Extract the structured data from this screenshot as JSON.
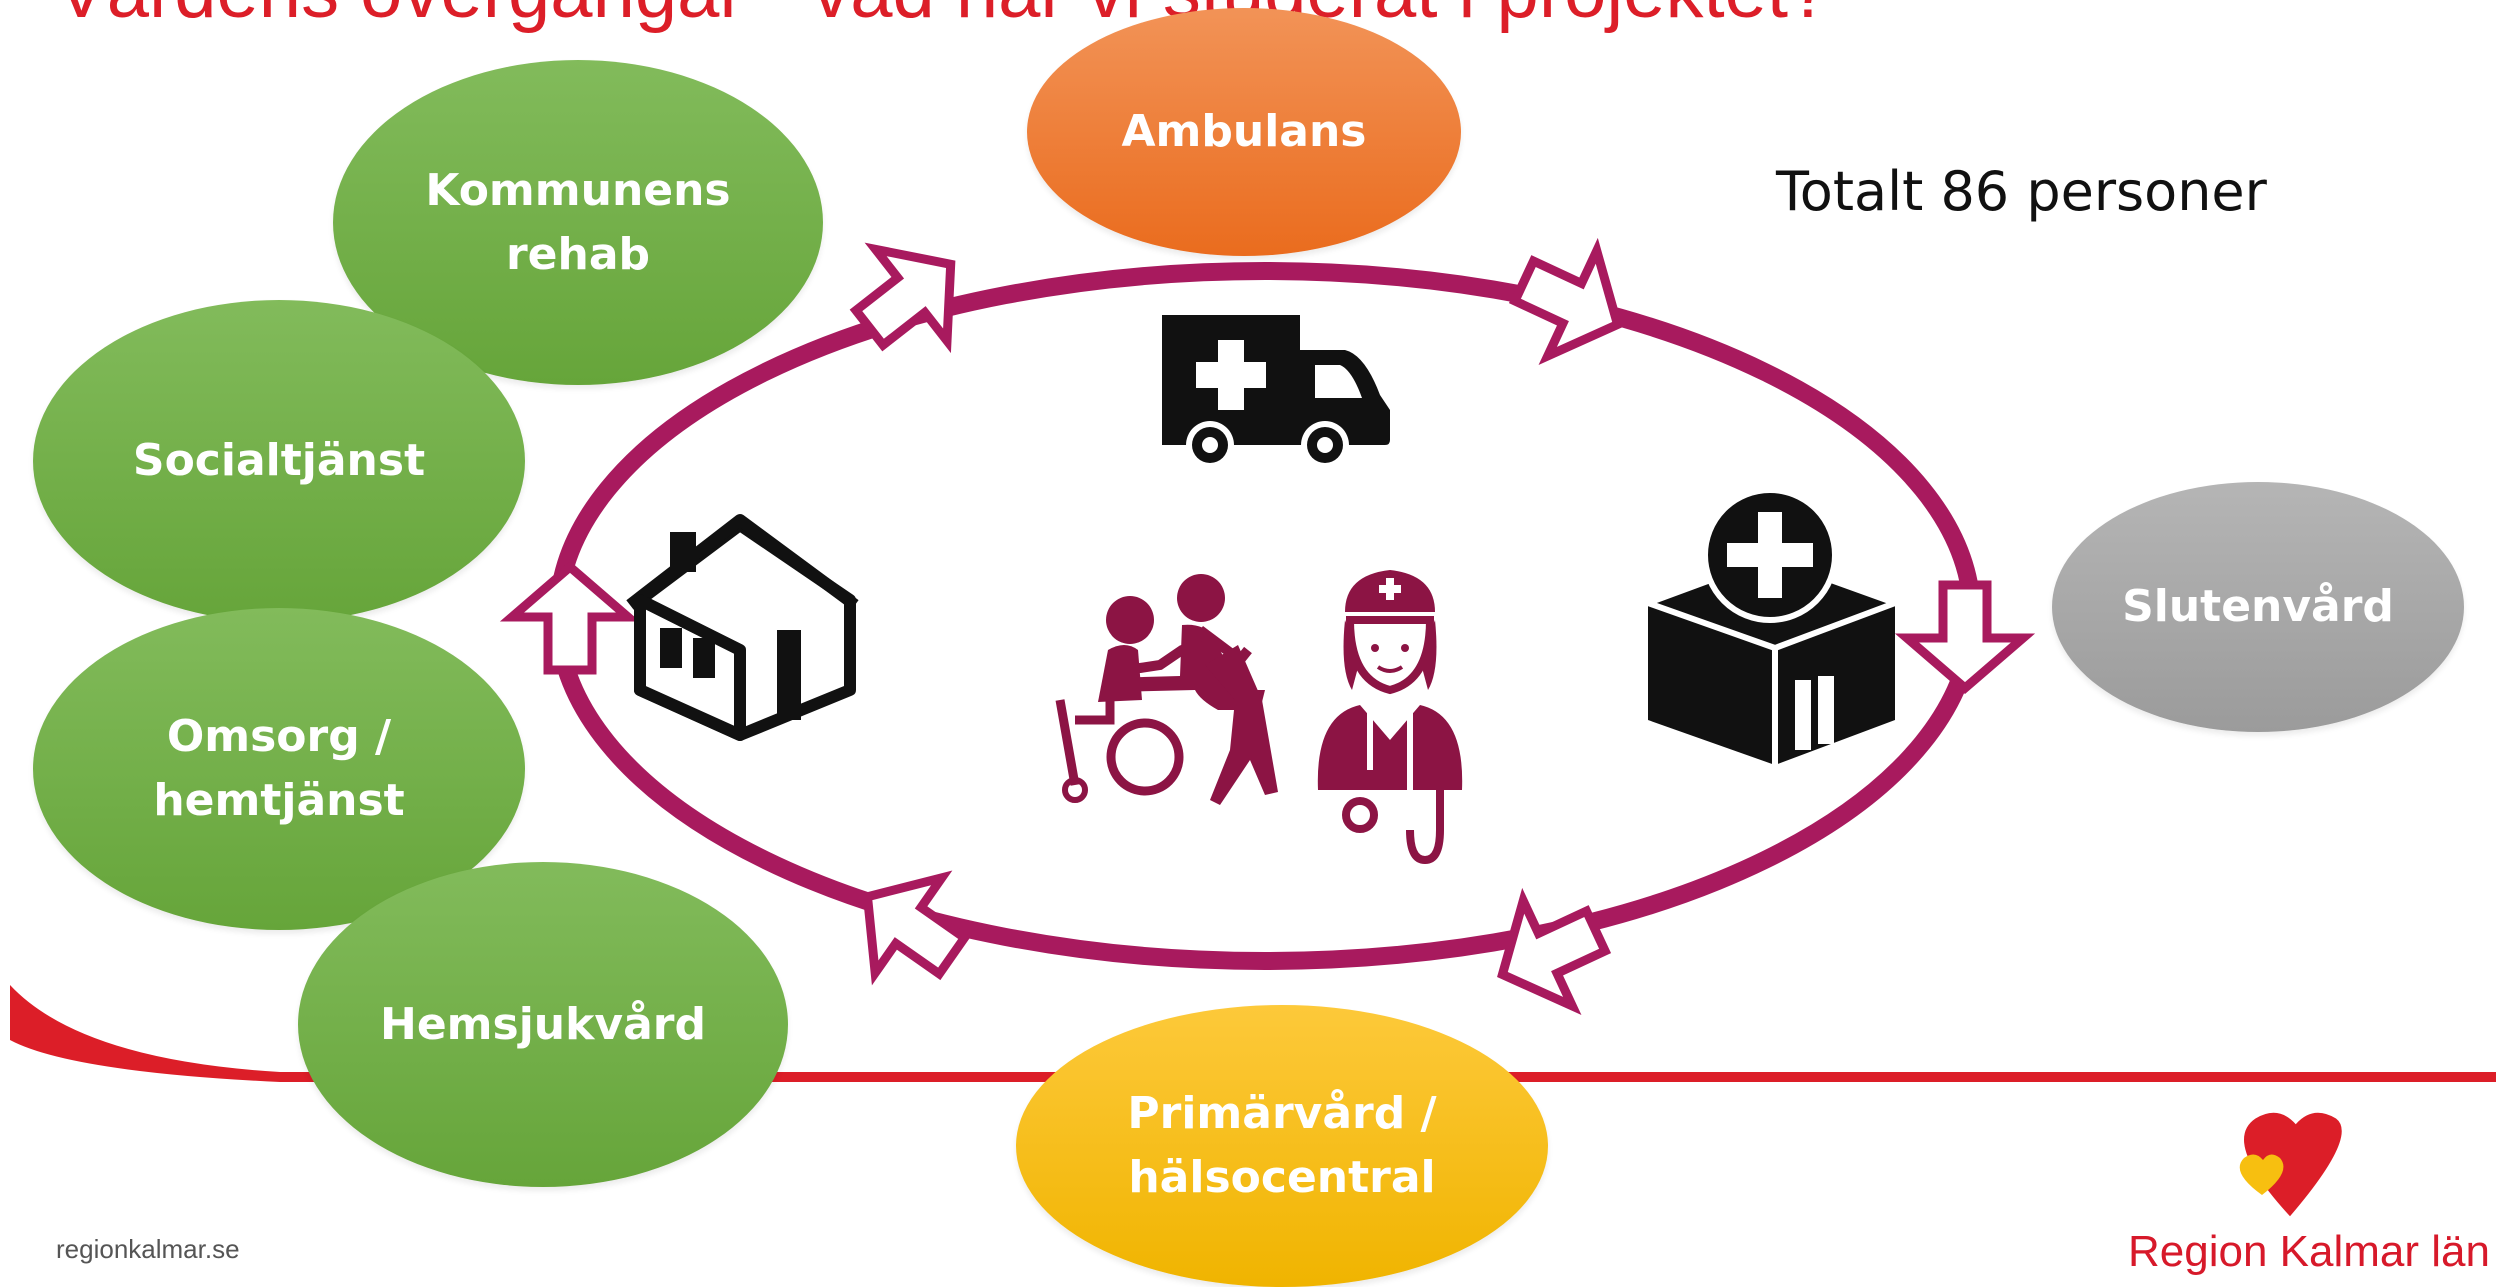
{
  "title": "Vårdens övergångar - vad har vi studerat i projektet?",
  "total_label": "Totalt 86 personer",
  "bubbles": {
    "kommunens_rehab": "Kommunens\nrehab",
    "socialtjanst": "Socialtjänst",
    "omsorg": "Omsorg /\nhemtjänst",
    "hemsjukvard": "Hemsjukvård",
    "ambulans": "Ambulans",
    "slutenvard": "Slutenvård",
    "primarvard": "Primärvård /\nhälsocentral"
  },
  "footer": {
    "website": "regionkalmar.se",
    "logo_text": "Region Kalmar län"
  },
  "colors": {
    "accent_red": "#dc1e28",
    "ring_magenta": "#a81a5e",
    "icon_magenta": "#8c1444",
    "green": "#6aaa3e",
    "orange": "#ed7a2e",
    "gray": "#a7a7a7",
    "yellow": "#f7bf10"
  },
  "icons": [
    "house-icon",
    "ambulance-icon",
    "hospital-icon",
    "wheelchair-caregiver-icon",
    "nurse-icon",
    "heart-logo-icon"
  ]
}
